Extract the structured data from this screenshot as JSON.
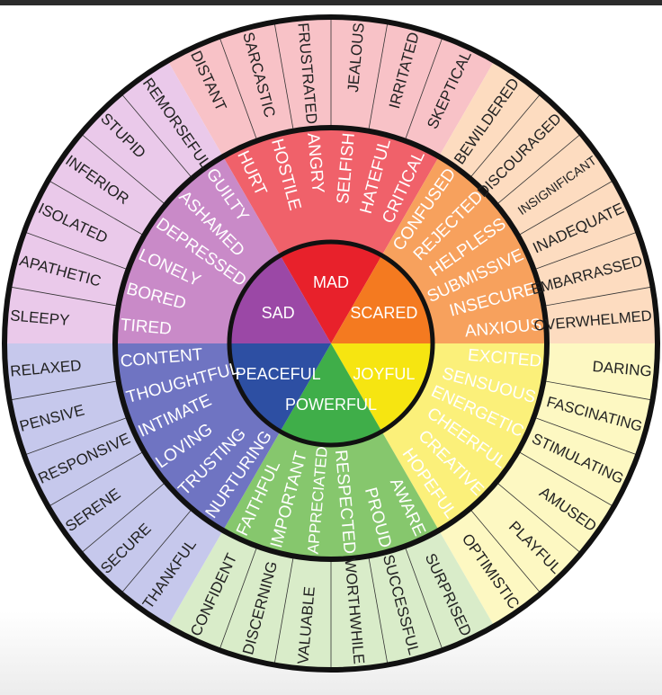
{
  "colors": {
    "core": [
      "#e8212b",
      "#f47a20",
      "#f6e511",
      "#3fae49",
      "#2d4fa3",
      "#9b48a6"
    ],
    "mid": [
      "#f0616a",
      "#f7a15d",
      "#fbf07a",
      "#86c76d",
      "#6f74c2",
      "#c98ac8"
    ],
    "outer": [
      "#f8c2c7",
      "#fddcc0",
      "#fdf8c2",
      "#d9ecc9",
      "#c6c8ec",
      "#eac9ea"
    ],
    "outline": "#111111",
    "inner_text": "#ffffff",
    "outer_text": "#222222"
  },
  "core": [
    {
      "name": "MAD"
    },
    {
      "name": "SCARED"
    },
    {
      "name": "JOYFUL"
    },
    {
      "name": "POWERFUL"
    },
    {
      "name": "PEACEFUL"
    },
    {
      "name": "SAD"
    }
  ],
  "mid": [
    [
      "HURT",
      "HOSTILE",
      "ANGRY",
      "SELFISH",
      "HATEFUL",
      "CRITICAL"
    ],
    [
      "CONFUSED",
      "REJECTED",
      "HELPLESS",
      "SUBMISSIVE",
      "INSECURE",
      "ANXIOUS"
    ],
    [
      "EXCITED",
      "SENSUOUS",
      "ENERGETIC",
      "CHEERFUL",
      "CREATIVE",
      "HOPEFUL"
    ],
    [
      "AWARE",
      "PROUD",
      "RESPECTED",
      "APPRECIATED",
      "IMPORTANT",
      "FAITHFUL"
    ],
    [
      "NURTURING",
      "TRUSTING",
      "LOVING",
      "INTIMATE",
      "THOUGHTFUL",
      "CONTENT"
    ],
    [
      "TIRED",
      "BORED",
      "LONELY",
      "DEPRESSED",
      "ASHAMED",
      "GUILTY"
    ]
  ],
  "outer": [
    [
      "DISTANT",
      "SARCASTIC",
      "FRUSTRATED",
      "JEALOUS",
      "IRRITATED",
      "SKEPTICAL"
    ],
    [
      "BEWILDERED",
      "DISCOURAGED",
      "INSIGNIFICANT",
      "INADEQUATE",
      "EMBARRASSED",
      "OVERWHELMED"
    ],
    [
      "DARING",
      "FASCINATING",
      "STIMULATING",
      "AMUSED",
      "PLAYFUL",
      "OPTIMISTIC"
    ],
    [
      "SURPRISED",
      "SUCCESSFUL",
      "WORTHWHILE",
      "VALUABLE",
      "DISCERNING",
      "CONFIDENT"
    ],
    [
      "THANKFUL",
      "SECURE",
      "SERENE",
      "RESPONSIVE",
      "PENSIVE",
      "RELAXED"
    ],
    [
      "SLEEPY",
      "APATHETIC",
      "ISOLATED",
      "INFERIOR",
      "STUPID",
      "REMORSEFUL"
    ]
  ]
}
